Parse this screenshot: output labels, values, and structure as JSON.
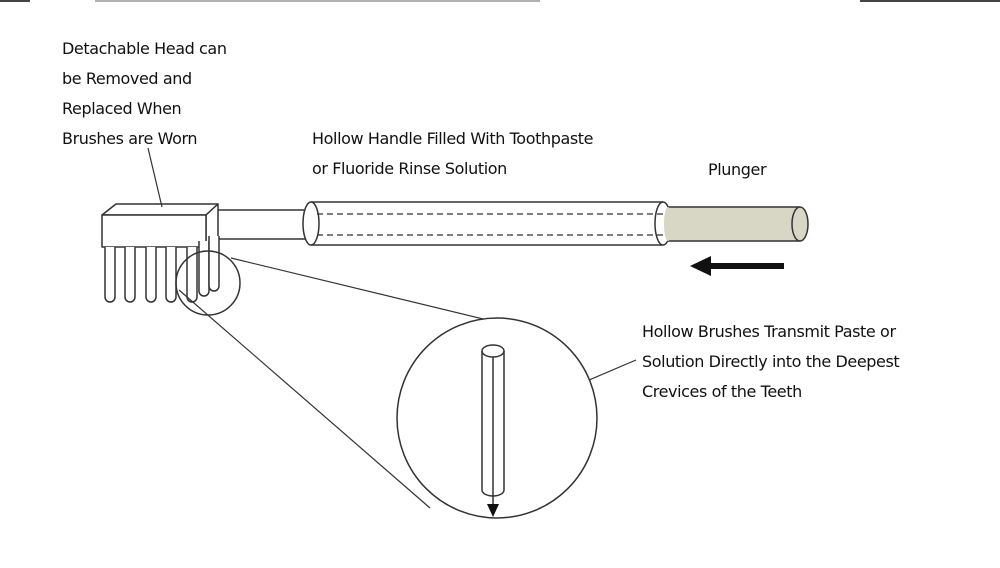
{
  "labels": {
    "detachable_head": [
      "Detachable Head can",
      "be Removed and",
      "Replaced When",
      "Brushes are Worn"
    ],
    "hollow_handle": [
      "Hollow Handle Filled With Toothpaste",
      "or Fluoride Rinse Solution"
    ],
    "plunger": "Plunger",
    "hollow_brushes": [
      "Hollow Brushes Transmit Paste or",
      "Solution Directly into the Deepest",
      "Crevices of the Teeth"
    ]
  },
  "colors": {
    "stroke": "#333333",
    "plunger_fill": "#d8d6c4",
    "background": "#ffffff"
  }
}
